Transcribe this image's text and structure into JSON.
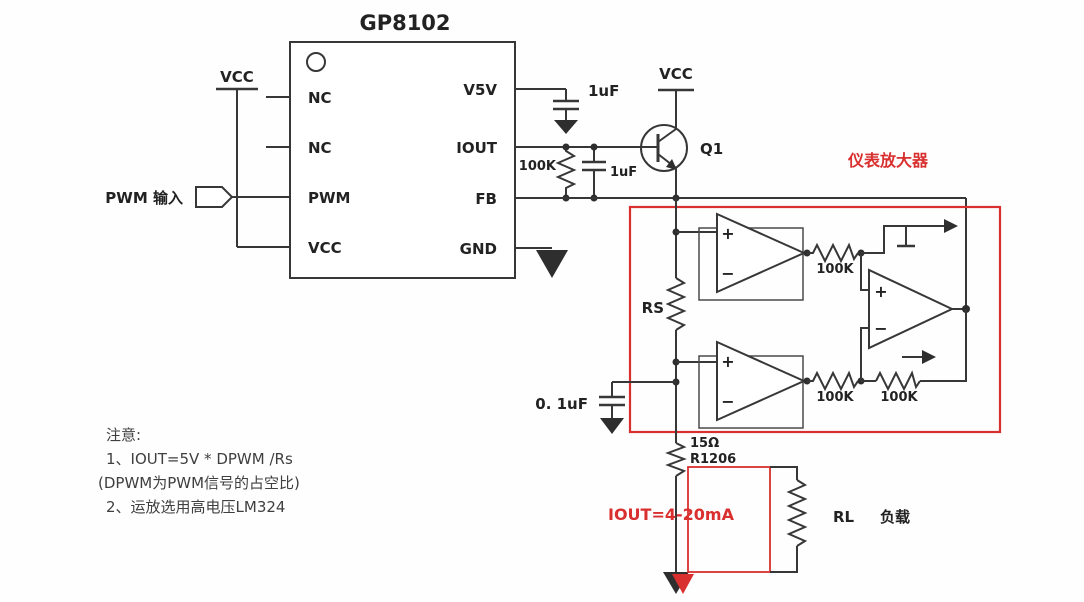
{
  "diagram": {
    "title": "GP8102",
    "ic": {
      "left_pins": [
        "NC",
        "NC",
        "PWM",
        "VCC"
      ],
      "right_pins": [
        "V5V",
        "IOUT",
        "FB",
        "GND"
      ]
    },
    "labels": {
      "vcc_left": "VCC",
      "pwm_input": "PWM 输入",
      "cap_v5v": "1uF",
      "res_iout": "100K",
      "cap_iout": "1uF",
      "vcc_right": "VCC",
      "transistor": "Q1",
      "inamp_title": "仪表放大器",
      "rs": "RS",
      "cap_filter": "0. 1uF",
      "r_top": "100K",
      "r_bottom1": "100K",
      "r_bottom2": "100K",
      "r_sense_value": "15Ω",
      "r_sense_part": "R1206",
      "iout_range": "IOUT=4-20mA",
      "rl": "RL",
      "load": "负载",
      "plus": "+",
      "minus": "−"
    },
    "notes": {
      "title": "注意:",
      "line1": "1、IOUT=5V * DPWM /Rs",
      "line2": "(DPWM为PWM信号的占空比)",
      "line3": "2、运放选用高电压LM324"
    },
    "colors": {
      "accent_red": "#d92f2f",
      "wire": "#373737"
    }
  }
}
